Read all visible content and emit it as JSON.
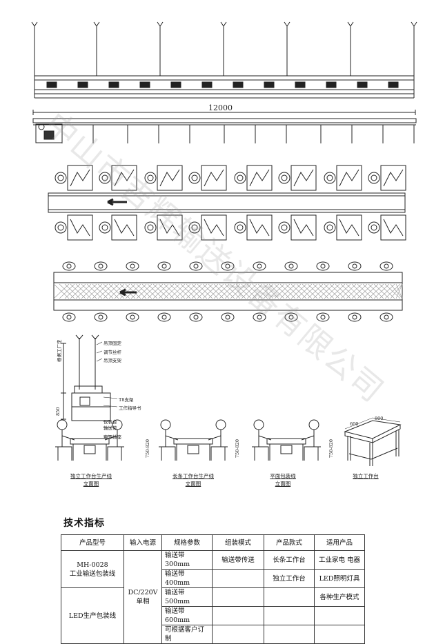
{
  "watermark": "中山市吉辉输送设备有限公司",
  "dimensions": {
    "length": "12000",
    "table_w": "600",
    "table_d": "800",
    "height_850": "850",
    "height_750a": "750-820",
    "height_750b": "750-820",
    "height_750c": "750-820"
  },
  "callouts": {
    "hanger_fixed": "吊顶固定",
    "adjust_rod": "调节丝杆",
    "hanger_bracket": "吊顶支架",
    "ceiling_height": "根据工厂定",
    "t8_bracket": "T8支架",
    "lamp_ballast": "工作指导书",
    "instrument_stand": "仪表台",
    "belt": "输送带",
    "power_box": "电源插座"
  },
  "captions": {
    "c1a": "独立工作台生产线",
    "c1b": "立面图",
    "c2a": "长条工作台生产线",
    "c2b": "立面图",
    "c3a": "平面包装线",
    "c3b": "立面图",
    "c4a": "独立工作台"
  },
  "spec": {
    "title": "技术指标",
    "headers": [
      "产品型号",
      "输入电源",
      "规格参数",
      "组装模式",
      "产品款式",
      "适用产品"
    ],
    "model_1a": "MH-0028",
    "model_1b": "工业输送包装线",
    "model_2": "LED生产包装线",
    "power_a": "DC/220V",
    "power_b": "单相",
    "params": [
      "输送带 300mm",
      "输送带 400mm",
      "输送带 500mm",
      "输送带 600mm",
      "可根据客户订制"
    ],
    "modes": [
      "输送带传送",
      "",
      "",
      "",
      ""
    ],
    "styles": [
      "长条工作台",
      "独立工作台",
      "",
      "",
      ""
    ],
    "products": [
      "工业家电 电器",
      "LED照明灯具",
      "各种生产模式",
      "",
      ""
    ]
  }
}
